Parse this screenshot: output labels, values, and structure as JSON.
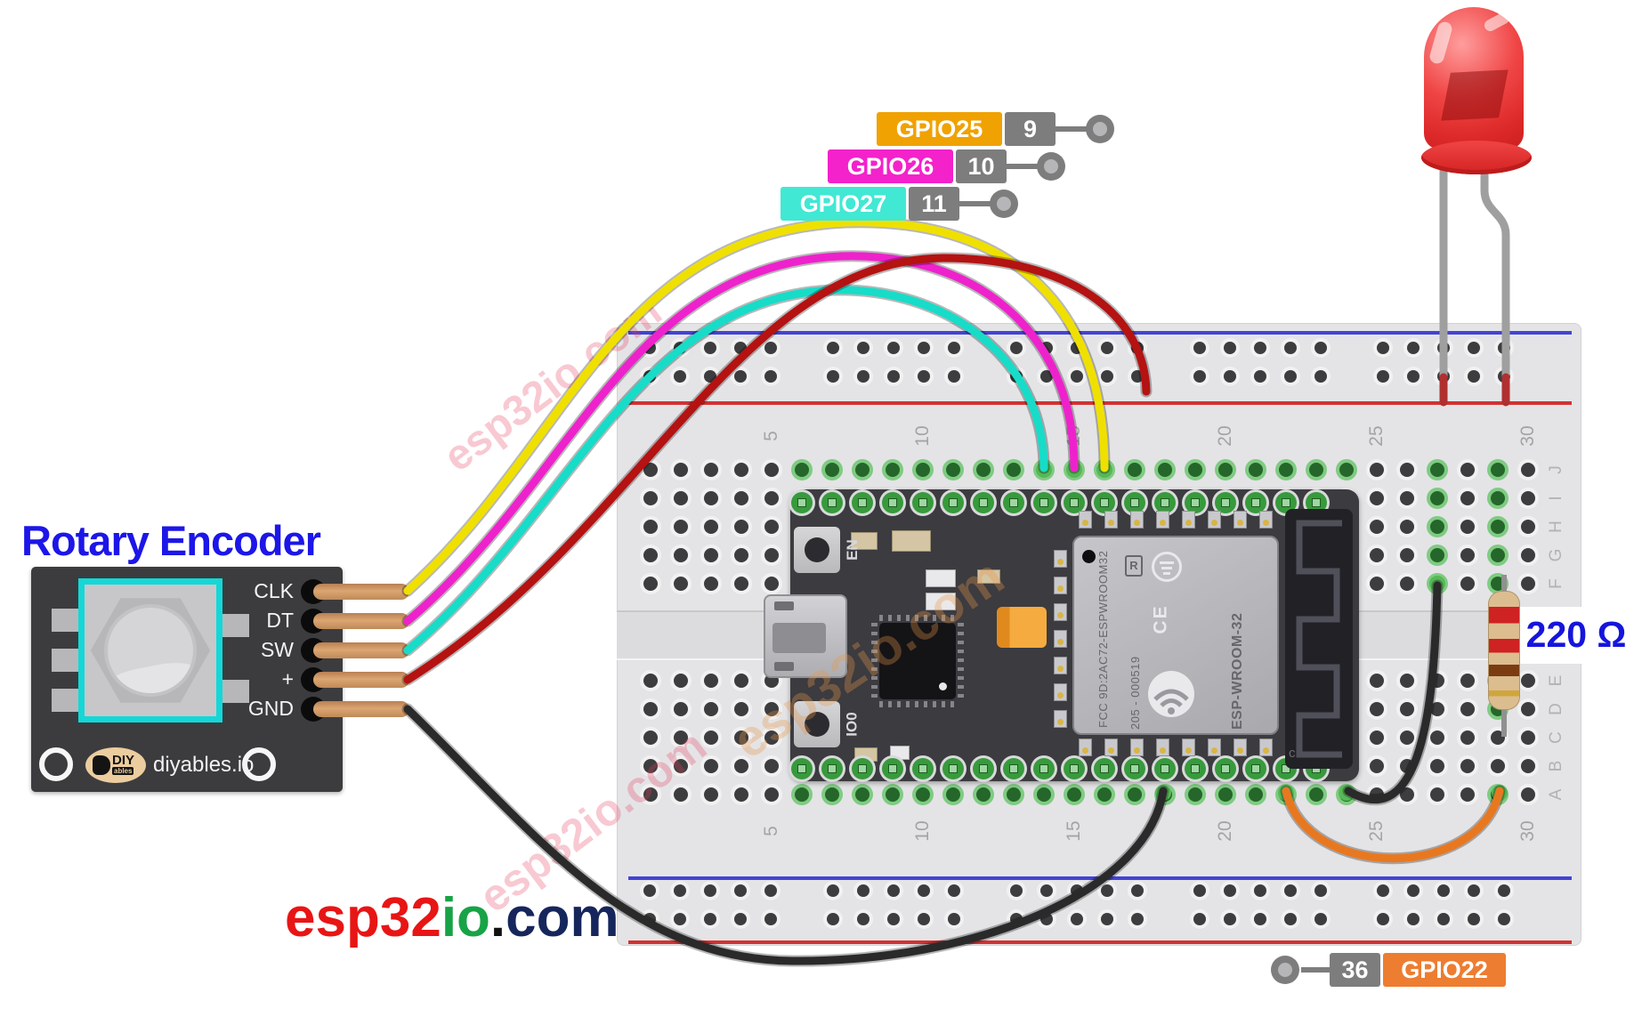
{
  "title": "Rotary Encoder",
  "watermark": "esp32io.com",
  "footer_logo": {
    "part1": "esp32",
    "part2": "io",
    "part3": ".",
    "part4": "com"
  },
  "resistor": {
    "label": "220 Ω"
  },
  "pin_labels": {
    "gpio25": {
      "name": "GPIO25",
      "pin": "9",
      "color": "#f0a202"
    },
    "gpio26": {
      "name": "GPIO26",
      "pin": "10",
      "color": "#f322cb"
    },
    "gpio27": {
      "name": "GPIO27",
      "pin": "11",
      "color": "#41e8d3"
    },
    "gpio22": {
      "name": "GPIO22",
      "pin": "36",
      "color": "#ed7d31"
    }
  },
  "encoder": {
    "pins": [
      "CLK",
      "DT",
      "SW",
      "+",
      "GND"
    ],
    "brand": "diyables.io",
    "logo_text": "DIY",
    "logo_sub": "ables"
  },
  "esp32": {
    "en_label": "EN",
    "io0_label": "IO0",
    "shield": {
      "fcc": "FCC 9D:2AC72-ESPWROOM32",
      "serial": "205 - 000519",
      "module": "ESP-WROOM-32",
      "r_mark": "R",
      "ce_mark": "CE",
      "c_mark": "c"
    }
  },
  "breadboard": {
    "column_numbers": [
      "5",
      "10",
      "15",
      "20",
      "25",
      "30"
    ],
    "row_letters_top": [
      "J",
      "I",
      "H",
      "G",
      "F"
    ],
    "row_letters_bottom": [
      "E",
      "D",
      "C",
      "B",
      "A"
    ]
  },
  "wires": {
    "clk": "#f0e000",
    "dt": "#ee22cc",
    "sw": "#17dcc8",
    "plus": "#b51212",
    "gnd": "#2a2a2a",
    "gpio22": "#e87820",
    "led_leg": "#9f9f9f",
    "led_tip": "#b03030",
    "resistor_lead": "#909090"
  }
}
